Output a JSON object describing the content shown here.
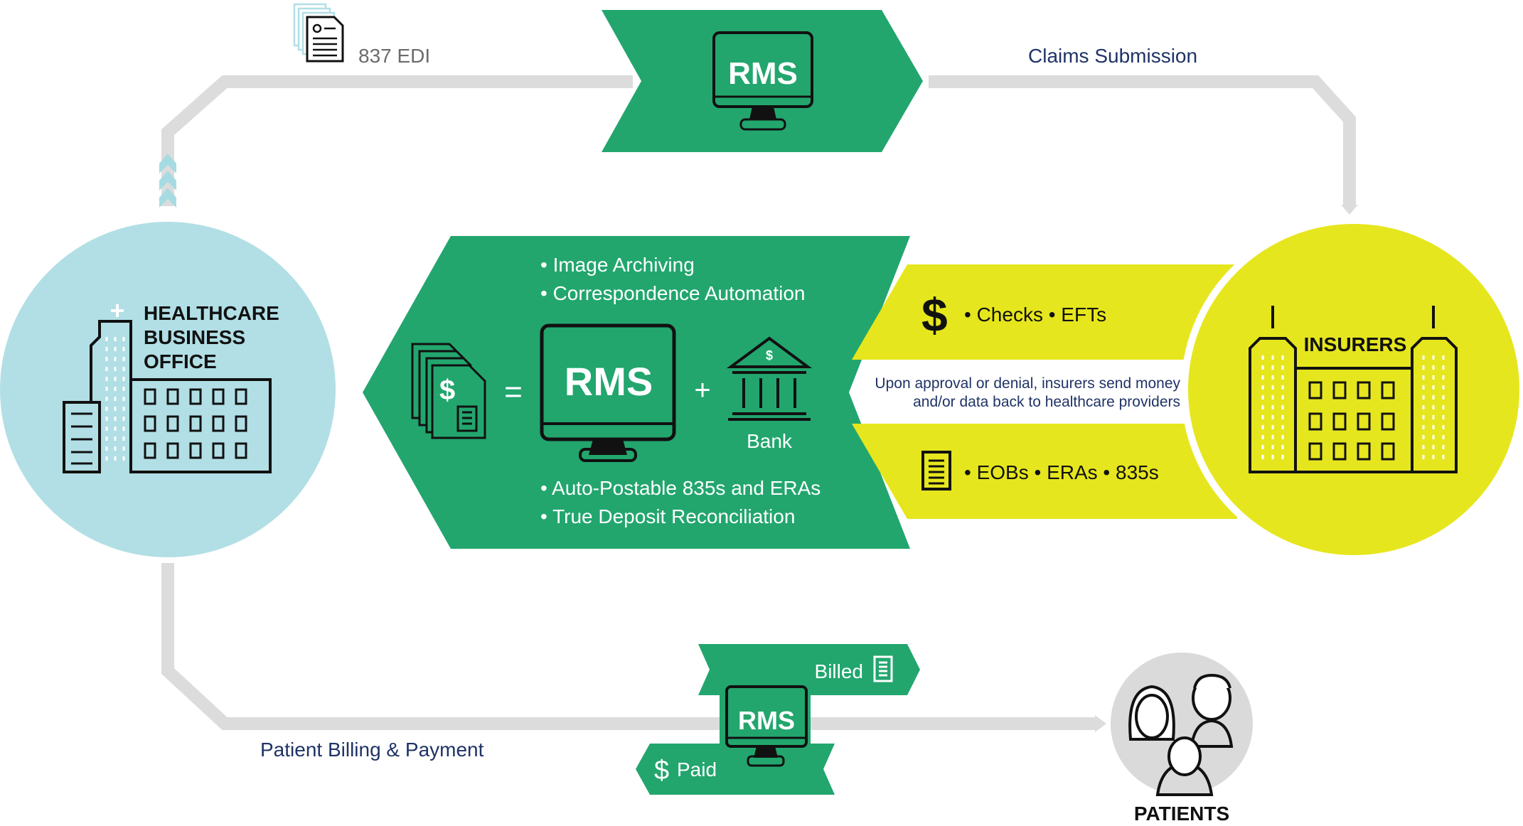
{
  "colors": {
    "green": "#22a66e",
    "yellow": "#e6e61e",
    "light_blue": "#b1dfe5",
    "grey_path": "#dcdcdc",
    "patients_circle": "#dadada",
    "navy_text": "#1f3366",
    "chevron_blue": "#a7dbe2"
  },
  "top": {
    "edi_label": "837 EDI",
    "rms_label": "RMS",
    "claims_label": "Claims Submission",
    "icons": [
      "document-stack-icon",
      "monitor-icon",
      "chevron-up-icon"
    ]
  },
  "healthcare": {
    "title_lines": [
      "HEALTHCARE",
      "BUSINESS",
      "OFFICE"
    ],
    "icon": "hospital-building-icon"
  },
  "center": {
    "top_bullets": [
      "• Image Archiving",
      "• Correspondence Automation"
    ],
    "equals": "=",
    "plus": "+",
    "rms_label": "RMS",
    "bank_label": "Bank",
    "bottom_bullets": [
      "• Auto-Postable 835s and ERAs",
      "• True Deposit Reconciliation"
    ],
    "icons": [
      "payment-documents-icon",
      "monitor-icon",
      "bank-icon"
    ]
  },
  "insurers": {
    "title": "INSURERS",
    "checks_label": "• Checks • EFTs",
    "approval_lines": [
      "Upon approval or denial, insurers send money",
      "and/or data back to healthcare providers"
    ],
    "eobs_label": "• EOBs • ERAs • 835s",
    "icons": [
      "dollar-icon",
      "document-icon",
      "insurer-building-icon"
    ]
  },
  "bottom": {
    "patient_billing_label": "Patient Billing & Payment",
    "billed_label": "Billed",
    "paid_label": "Paid",
    "rms_label": "RMS",
    "patients_label": "PATIENTS",
    "icons": [
      "document-icon",
      "dollar-icon",
      "monitor-icon",
      "patients-icon"
    ]
  }
}
